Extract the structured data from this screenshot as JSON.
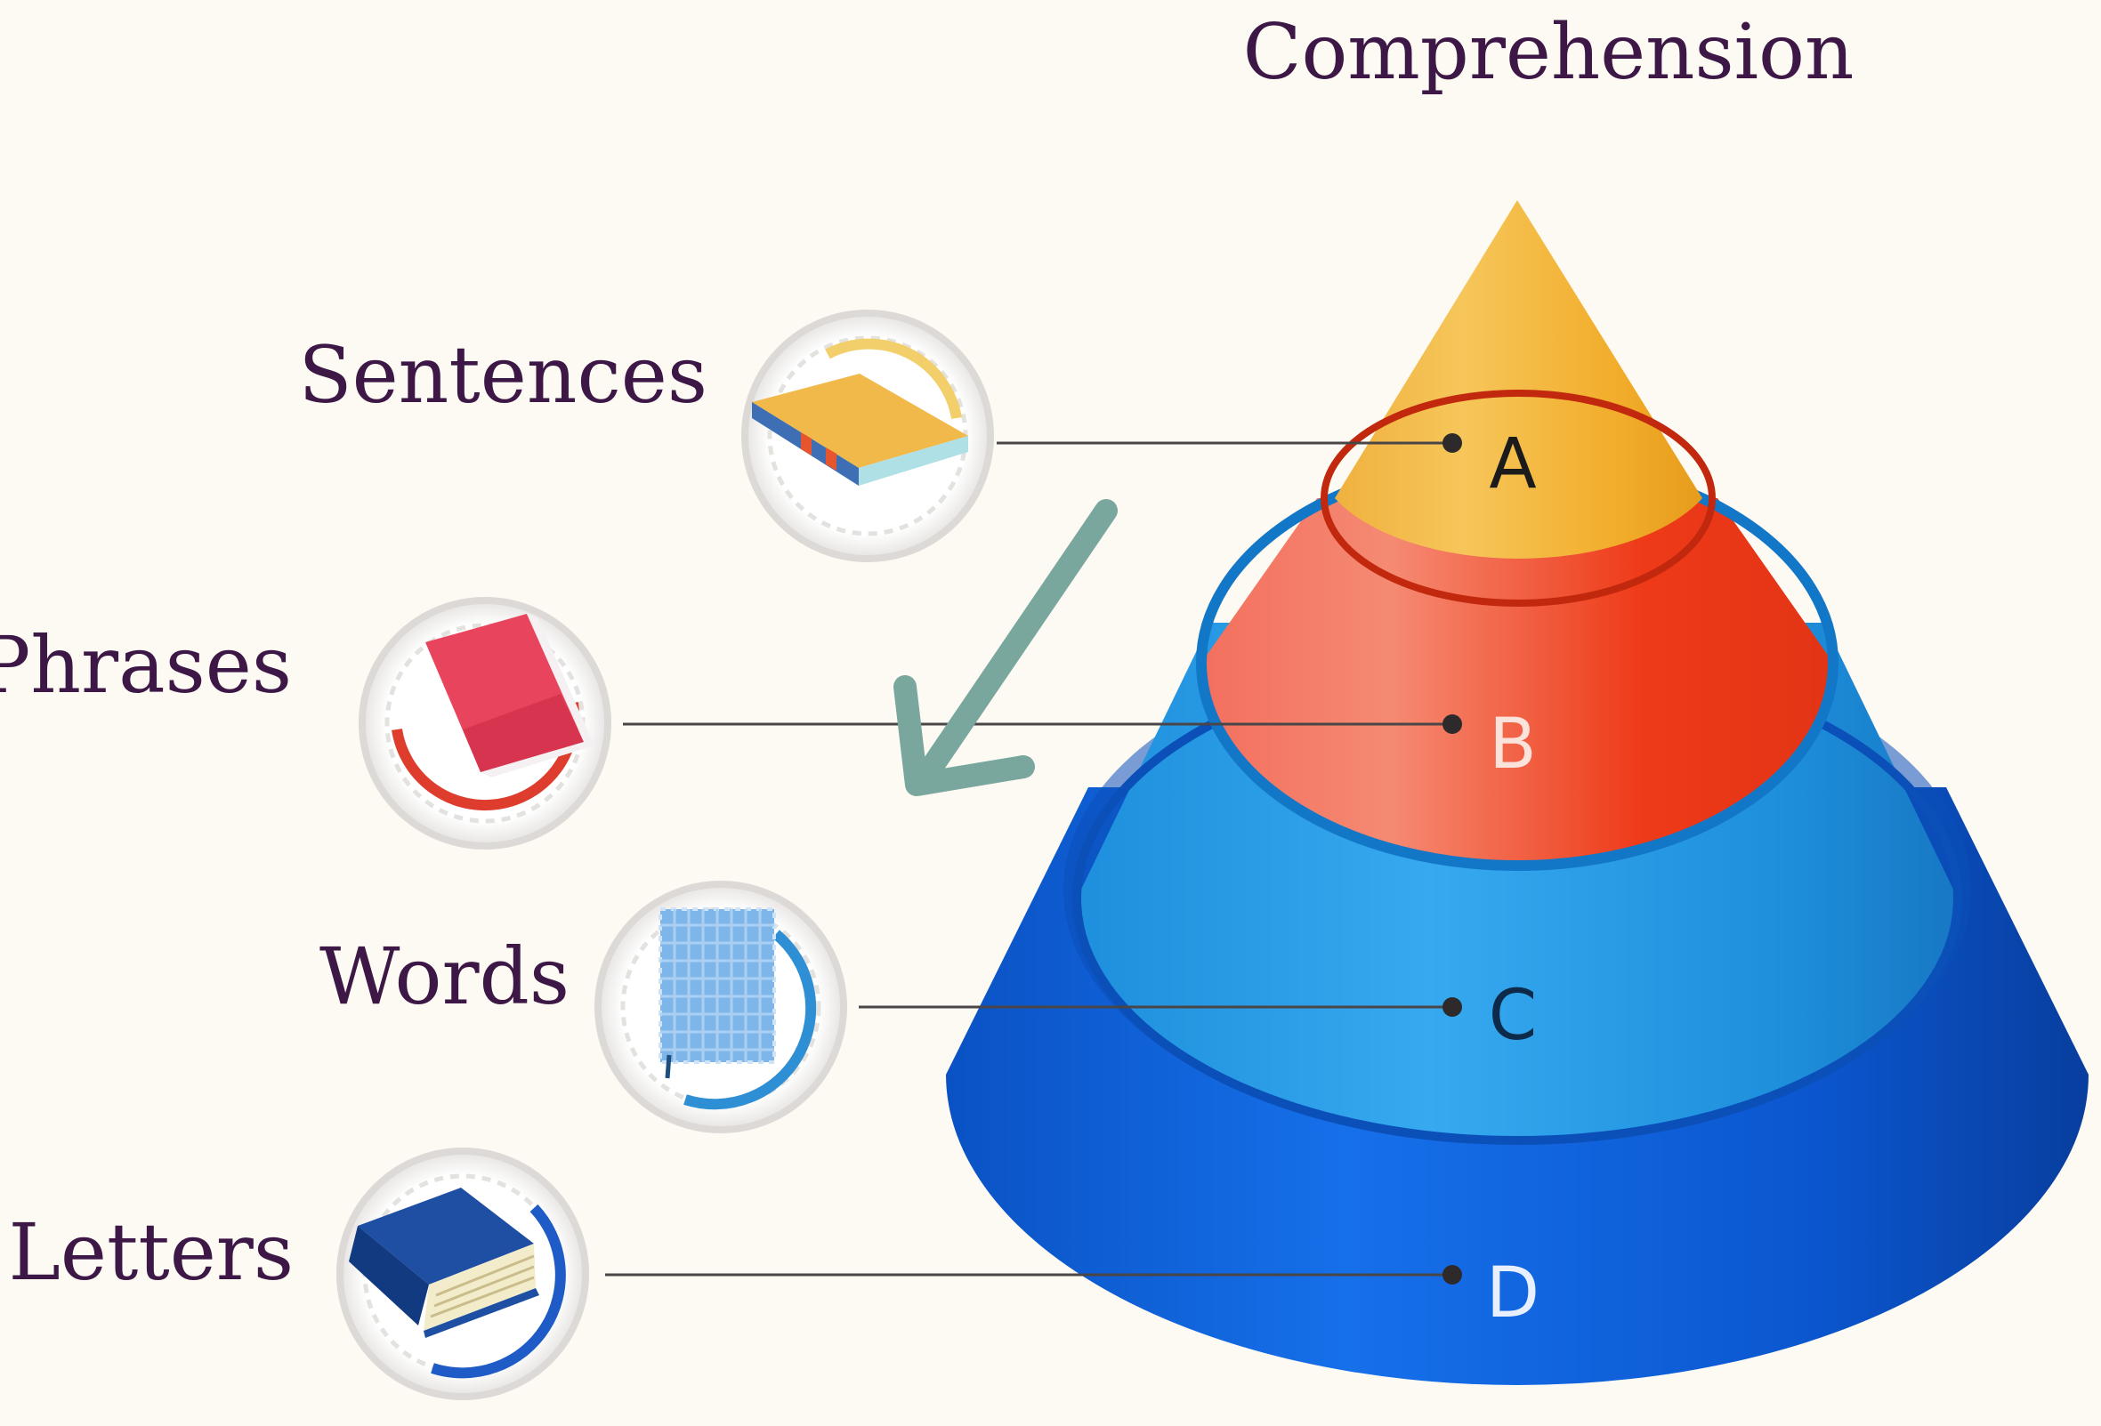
{
  "title": "Comprehension",
  "levels": [
    {
      "letter": "A",
      "label": "Sentences",
      "color": "#F2B233"
    },
    {
      "letter": "B",
      "label": "Phrases",
      "color": "#EE4B2B"
    },
    {
      "letter": "C",
      "label": "Words",
      "color": "#2299E0"
    },
    {
      "letter": "D",
      "label": "Letters",
      "color": "#0B5ED3"
    }
  ],
  "icons": [
    "book-yellow-icon",
    "book-red-icon",
    "book-lightblue-icon",
    "book-blue-icon"
  ],
  "arrow": {
    "color": "#79A79D",
    "direction": "down-left"
  },
  "colors": {
    "text": "#3D1846",
    "background": "#FCFAF3"
  }
}
